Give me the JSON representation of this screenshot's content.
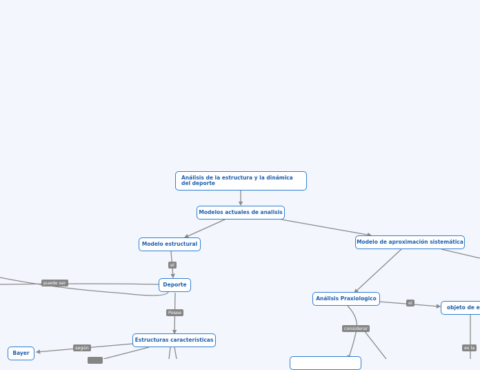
{
  "nodes": {
    "root": "Análisis de la estructura y la dinámica del deporte",
    "modelos": "Modelos actuales de analisis",
    "estructural": "Modelo estructural",
    "sistematico": "Modelo de aproximación sistemática",
    "deporte": "Deporte",
    "praxiologico": "Análisis Praxiologico",
    "objeto": "objeto de es",
    "estructuras": "Estructuras características",
    "bayer": "Bayer"
  },
  "labels": {
    "el_1": "el",
    "puede_ser": "puede ser",
    "posee": "Posee",
    "el_2": "el",
    "considerar": "considerar",
    "segun": "según",
    "es_la": "es la"
  },
  "colors": {
    "node_border": "#2f7fd3",
    "node_text": "#1d5fae",
    "connector": "#8a8a8a",
    "label_bg": "#858585",
    "background": "#f3f6fd"
  }
}
